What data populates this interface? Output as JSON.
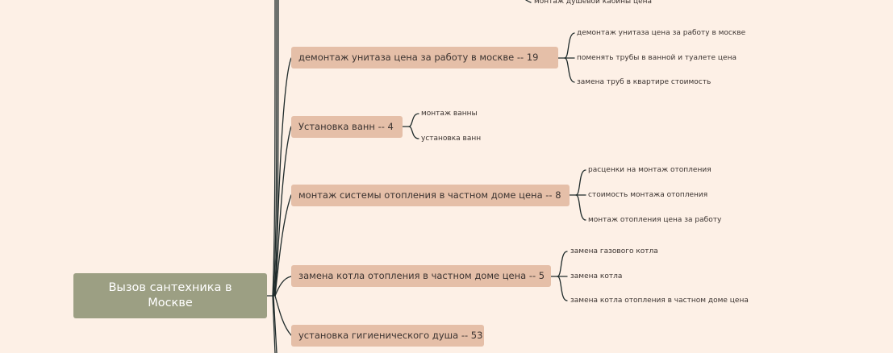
{
  "root": {
    "label": "Вызов сантехника в Москве"
  },
  "partial_top_leaf": "монтаж душевой кабины цена",
  "topics": [
    {
      "label": "демонтаж унитаза цена за работу в москве -- 19",
      "children": [
        "демонтаж унитаза цена за работу в москве",
        "поменять трубы в ванной и туалете цена",
        "замена труб в квартире стоимость"
      ]
    },
    {
      "label": "Установка ванн -- 4",
      "children": [
        "монтаж ванны",
        "установка ванн"
      ]
    },
    {
      "label": "монтаж системы отопления в частном доме цена -- 8",
      "children": [
        "расценки на монтаж отопления",
        "стоимость монтажа отопления",
        "монтаж отопления цена за работу"
      ]
    },
    {
      "label": "замена котла отопления в частном доме цена -- 5",
      "children": [
        "замена газового котла",
        "замена котла",
        "замена котла отопления в частном доме цена"
      ]
    },
    {
      "label": "установка гигиенического душа -- 53",
      "children": []
    }
  ],
  "colors": {
    "background": "#fdf0e6",
    "root_fill": "#9c9f83",
    "topic_fill": "#e5bfa8",
    "line": "#1f2b2b"
  }
}
